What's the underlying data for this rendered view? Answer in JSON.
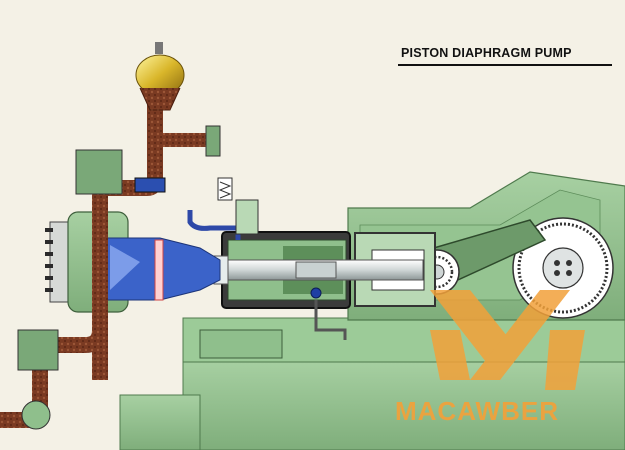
{
  "title": "PISTON DIAPHRAGM PUMP",
  "watermark": {
    "text": "MACAWBER",
    "logo_icon": "macawber-x-logo"
  },
  "colors": {
    "background": "#f4f1e6",
    "machine_green": "#8fbf8c",
    "pipe_brown": "#7a3a22",
    "fluid_blue": "#3b63c9",
    "watermark_orange": "#f2a13a"
  }
}
